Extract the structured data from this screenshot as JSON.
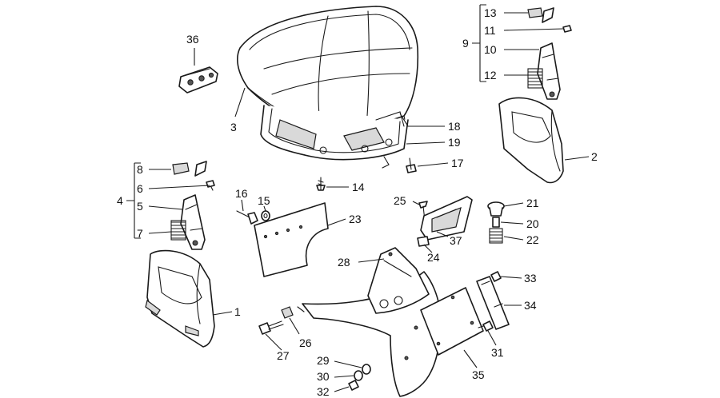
{
  "labels": {
    "p1": "1",
    "p2": "2",
    "p3": "3",
    "p4": "4",
    "p5": "5",
    "p6": "6",
    "p7": "7",
    "p8": "8",
    "p9": "9",
    "p10": "10",
    "p11": "11",
    "p12": "12",
    "p13": "13",
    "p14": "14",
    "p15": "15",
    "p16": "16",
    "p17": "17",
    "p18": "18",
    "p19": "19",
    "p20": "20",
    "p21": "21",
    "p22": "22",
    "p23": "23",
    "p24": "24",
    "p25": "25",
    "p26": "26",
    "p27": "27",
    "p28": "28",
    "p29": "29",
    "p30": "30",
    "p31": "31",
    "p32": "32",
    "p33": "33",
    "p34": "34",
    "p35": "35",
    "p36": "36",
    "p37": "37"
  },
  "colors": {
    "line": "#1a1a1a",
    "background": "#ffffff",
    "fill": "#ffffff",
    "shade": "#d9d9d9"
  }
}
